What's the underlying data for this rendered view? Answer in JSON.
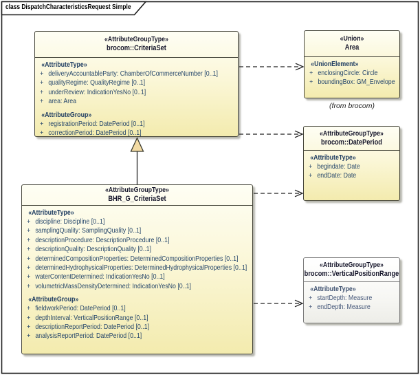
{
  "frame": {
    "title": "class DispatchCharacteristicsRequest Simple"
  },
  "note": {
    "from_brocom": "(from brocom)"
  },
  "colors": {
    "box_fill_bottom": "#F3EBAE",
    "box_border": "#45453A",
    "attribute_text": "#26476B",
    "plain_box_border": "#7A7A7A",
    "generalization_fill": "#F3DBA4"
  },
  "criteria_set": {
    "stereotype": "«AttributeGroupType»",
    "name": "brocom::CriteriaSet",
    "attr_heading": "«AttributeType»",
    "attrs": [
      {
        "vis": "+",
        "text": "deliveryAccountableParty: ChamberOfCommerceNumber [0..1]"
      },
      {
        "vis": "+",
        "text": "qualityRegime: QualityRegime [0..1]"
      },
      {
        "vis": "+",
        "text": "underReview: IndicationYesNo [0..1]"
      },
      {
        "vis": "+",
        "text": "area: Area"
      }
    ],
    "group_heading": "«AttributeGroup»",
    "groups": [
      {
        "vis": "+",
        "text": "registrationPeriod: DatePeriod [0..1]"
      },
      {
        "vis": "+",
        "text": "correctionPeriod: DatePeriod [0..1]"
      }
    ]
  },
  "bhr_criteria_set": {
    "stereotype": "«AttributeGroupType»",
    "name": "BHR_G_CriteriaSet",
    "attr_heading": "«AttributeType»",
    "attrs": [
      {
        "vis": "+",
        "text": "discipline: Discipline [0..1]"
      },
      {
        "vis": "+",
        "text": "samplingQuality: SamplingQuality [0..1]"
      },
      {
        "vis": "+",
        "text": "descriptionProcedure: DescriptionProcedure [0..1]"
      },
      {
        "vis": "+",
        "text": "descriptionQuality: DescriptionQuality [0..1]"
      },
      {
        "vis": "+",
        "text": "determinedCompositionProperties: DeterminedCompositionProperties [0..1]"
      },
      {
        "vis": "+",
        "text": "determinedHydrophysicalProperties: DeterminedHydrophysicalProperties [0..1]"
      },
      {
        "vis": "+",
        "text": "waterContentDetermined: IndicationYesNo [0..1]"
      },
      {
        "vis": "+",
        "text": "volumetricMassDensityDetermined: IndicationYesNo [0..1]"
      }
    ],
    "group_heading": "«AttributeGroup»",
    "groups": [
      {
        "vis": "+",
        "text": "fieldworkPeriod: DatePeriod [0..1]"
      },
      {
        "vis": "+",
        "text": "depthInterval: VerticalPositionRange [0..1]"
      },
      {
        "vis": "+",
        "text": "descriptionReportPeriod: DatePeriod [0..1]"
      },
      {
        "vis": "+",
        "text": "analysisReportPeriod: DatePeriod [0..1]"
      }
    ]
  },
  "area_union": {
    "stereotype": "«Union»",
    "name": "Area",
    "attr_heading": "«UnionElement»",
    "attrs": [
      {
        "vis": "+",
        "text": "enclosingCircle: Circle"
      },
      {
        "vis": "+",
        "text": "boundingBox: GM_Envelope"
      }
    ]
  },
  "date_period": {
    "stereotype": "«AttributeGroupType»",
    "name": "brocom::DatePeriod",
    "attr_heading": "«AttributeType»",
    "attrs": [
      {
        "vis": "+",
        "text": "begindate: Date"
      },
      {
        "vis": "+",
        "text": "endDate: Date"
      }
    ]
  },
  "vertical_position_range": {
    "stereotype": "«AttributeGroupType»",
    "name": "brocom::VerticalPositionRange",
    "attr_heading": "«AttributeType»",
    "attrs": [
      {
        "vis": "+",
        "text": "startDepth: Measure"
      },
      {
        "vis": "+",
        "text": "endDepth: Measure"
      }
    ]
  }
}
